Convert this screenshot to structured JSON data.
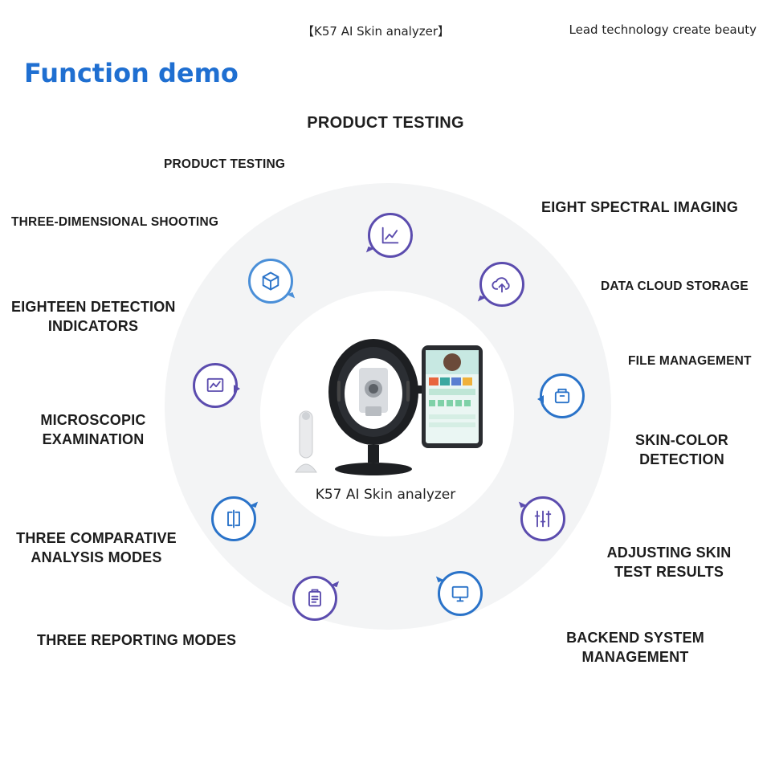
{
  "header": {
    "product_tag": "【K57  AI  Skin analyzer】",
    "slogan": "Lead technology create beauty"
  },
  "page_title": "Function demo",
  "top_heading": "PRODUCT TESTING",
  "product_caption": "K57  AI  Skin analyzer",
  "features": {
    "product_testing": "PRODUCT TESTING",
    "three_dimensional_shooting": "THREE-DIMENSIONAL SHOOTING",
    "eighteen_detection_1": "EIGHTEEN DETECTION",
    "eighteen_detection_2": "INDICATORS",
    "microscopic_1": "MICROSCOPIC",
    "microscopic_2": "EXAMINATION",
    "comparative_1": "THREE COMPARATIVE",
    "comparative_2": "ANALYSIS MODES",
    "reporting_modes": "THREE REPORTING MODES",
    "eight_spectral": "EIGHT SPECTRAL IMAGING",
    "cloud_storage": "DATA CLOUD STORAGE",
    "file_management": "FILE MANAGEMENT",
    "skin_color_1": "SKIN-COLOR",
    "skin_color_2": "DETECTION",
    "adjusting_1": "ADJUSTING SKIN",
    "adjusting_2": "TEST RESULTS",
    "backend_1": "BACKEND SYSTEM",
    "backend_2": "MANAGEMENT"
  },
  "icons": [
    "line-chart-icon",
    "cloud-upload-icon",
    "folder-box-icon",
    "sliders-icon",
    "monitor-icon",
    "clipboard-icon",
    "split-compare-icon",
    "trend-window-icon",
    "cube-icon"
  ],
  "colors": {
    "title_blue": "#1f6fd1",
    "icon_blue": "#2a73c9",
    "icon_purple": "#5b4cae",
    "ring_gray": "#f3f4f5"
  }
}
